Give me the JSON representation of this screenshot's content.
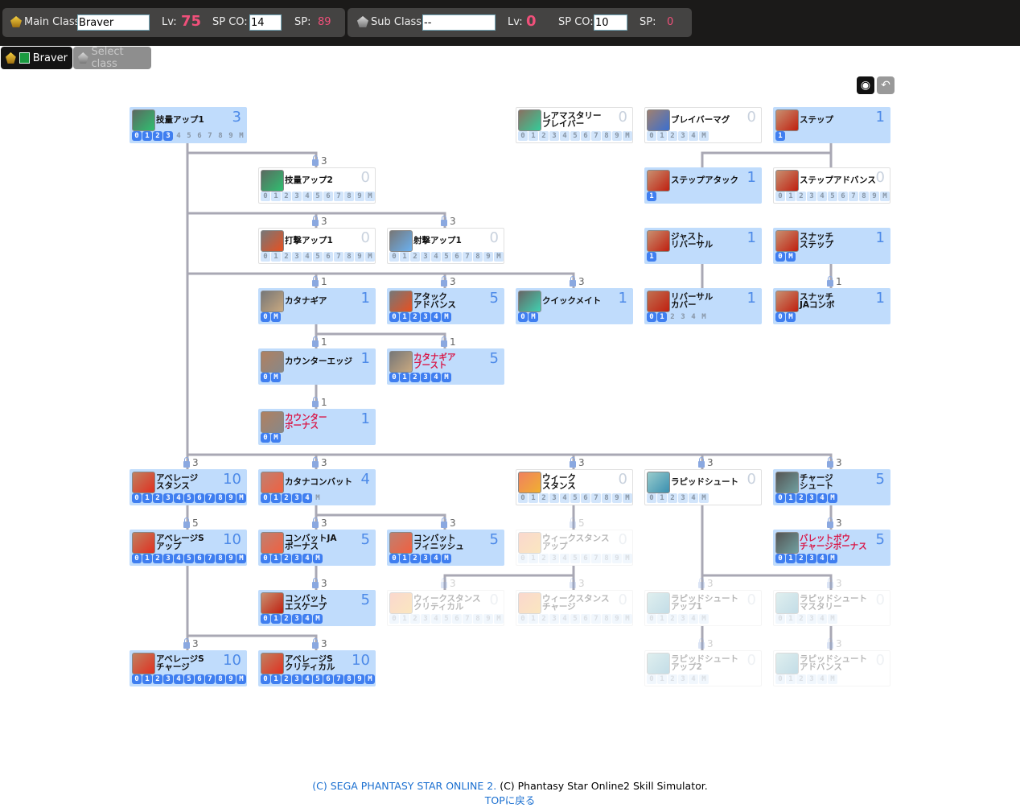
{
  "header": {
    "main": {
      "label": "Main Class",
      "class_value": "Braver",
      "lv_label": "Lv:",
      "lv": "75",
      "spco_label": "SP CO:",
      "spco": "14",
      "sp_label": "SP:",
      "sp": "89"
    },
    "sub": {
      "label": "Sub  Class",
      "class_value": "--",
      "lv_label": "Lv:",
      "lv": "0",
      "spco_label": "SP CO:",
      "spco": "10",
      "sp_label": "SP:",
      "sp": "0"
    }
  },
  "class_tabs": [
    {
      "label": "Braver",
      "active": true
    },
    {
      "label": "Select class",
      "active": false
    }
  ],
  "tools": {
    "screenshot": "camera-icon",
    "back": "undo-icon"
  },
  "skills": [
    {
      "name": "技量アップ1",
      "value": "3",
      "levels": [
        "0",
        "1",
        "2",
        "3",
        "4",
        "5",
        "6",
        "7",
        "8",
        "9",
        "M"
      ],
      "filled": 4,
      "state": "active",
      "icon": "dex-up",
      "req": null
    },
    {
      "name": "レアマスタリー\nブレイバー",
      "value": "0",
      "levels": [
        "0",
        "1",
        "2",
        "3",
        "4",
        "5",
        "6",
        "7",
        "8",
        "9",
        "M"
      ],
      "filled": 0,
      "state": "available",
      "icon": "rare-mastery",
      "req": null
    },
    {
      "name": "ブレイバーマグ",
      "value": "0",
      "levels": [
        "0",
        "1",
        "2",
        "3",
        "4",
        "M"
      ],
      "filled": 0,
      "state": "available",
      "icon": "mag",
      "req": null
    },
    {
      "name": "ステップ",
      "value": "1",
      "levels": [
        "1"
      ],
      "filled": 1,
      "state": "active",
      "icon": "step",
      "req": null
    },
    {
      "name": "技量アップ2",
      "value": "0",
      "levels": [
        "0",
        "1",
        "2",
        "3",
        "4",
        "5",
        "6",
        "7",
        "8",
        "9",
        "M"
      ],
      "filled": 0,
      "state": "available",
      "icon": "dex-up",
      "req": "3"
    },
    {
      "name": "ステップアタック",
      "value": "1",
      "levels": [
        "1"
      ],
      "filled": 1,
      "state": "active",
      "icon": "step",
      "req": null
    },
    {
      "name": "ステップアドバンス",
      "value": "0",
      "levels": [
        "0",
        "1",
        "2",
        "3",
        "4",
        "5",
        "6",
        "7",
        "8",
        "9",
        "M"
      ],
      "filled": 0,
      "state": "available",
      "icon": "step",
      "req": null
    },
    {
      "name": "打撃アップ1",
      "value": "0",
      "levels": [
        "0",
        "1",
        "2",
        "3",
        "4",
        "5",
        "6",
        "7",
        "8",
        "9",
        "M"
      ],
      "filled": 0,
      "state": "available",
      "icon": "striking",
      "req": "3"
    },
    {
      "name": "射撃アップ1",
      "value": "0",
      "levels": [
        "0",
        "1",
        "2",
        "3",
        "4",
        "5",
        "6",
        "7",
        "8",
        "9",
        "M"
      ],
      "filled": 0,
      "state": "available",
      "icon": "ranged",
      "req": "3"
    },
    {
      "name": "ジャスト\nリバーサル",
      "value": "1",
      "levels": [
        "1"
      ],
      "filled": 1,
      "state": "active",
      "icon": "step",
      "req": null
    },
    {
      "name": "スナッチ\nステップ",
      "value": "1",
      "levels": [
        "0",
        "M"
      ],
      "filled": 2,
      "state": "active",
      "icon": "step",
      "req": null
    },
    {
      "name": "カタナギア",
      "value": "1",
      "levels": [
        "0",
        "M"
      ],
      "filled": 2,
      "state": "active",
      "icon": "katana",
      "req": "1"
    },
    {
      "name": "アタック\nアドバンス",
      "value": "5",
      "levels": [
        "0",
        "1",
        "2",
        "3",
        "4",
        "M"
      ],
      "filled": 6,
      "state": "active",
      "icon": "striking",
      "req": "3"
    },
    {
      "name": "クイックメイト",
      "value": "1",
      "levels": [
        "0",
        "M"
      ],
      "filled": 2,
      "state": "active",
      "icon": "quickmate",
      "req": "3"
    },
    {
      "name": "リバーサル\nカバー",
      "value": "1",
      "levels": [
        "0",
        "1",
        "2",
        "3",
        "4",
        "M"
      ],
      "filled": 2,
      "state": "active",
      "icon": "hp",
      "req": null
    },
    {
      "name": "スナッチ\nJAコンボ",
      "value": "1",
      "levels": [
        "0",
        "M"
      ],
      "filled": 2,
      "state": "active",
      "icon": "step",
      "req": "1"
    },
    {
      "name": "カウンターエッジ",
      "value": "1",
      "levels": [
        "0",
        "M"
      ],
      "filled": 2,
      "state": "active",
      "icon": "counter",
      "req": "1"
    },
    {
      "name": "カタナギア\nブースト",
      "value": "5",
      "levels": [
        "0",
        "1",
        "2",
        "3",
        "4",
        "M"
      ],
      "filled": 6,
      "state": "active",
      "icon": "katana",
      "req": "1",
      "red": true
    },
    {
      "name": "カウンター\nボーナス",
      "value": "1",
      "levels": [
        "0",
        "M"
      ],
      "filled": 2,
      "state": "active",
      "icon": "counter",
      "req": "1",
      "red": true
    },
    {
      "name": "アベレージ\nスタンス",
      "value": "10",
      "levels": [
        "0",
        "1",
        "2",
        "3",
        "4",
        "5",
        "6",
        "7",
        "8",
        "9",
        "M"
      ],
      "filled": 11,
      "state": "active",
      "icon": "average",
      "req": "3"
    },
    {
      "name": "カタナコンバット",
      "value": "4",
      "levels": [
        "0",
        "1",
        "2",
        "3",
        "4",
        "M"
      ],
      "filled": 5,
      "state": "active",
      "icon": "combat",
      "req": "3"
    },
    {
      "name": "ウィーク\nスタンス",
      "value": "0",
      "levels": [
        "0",
        "1",
        "2",
        "3",
        "4",
        "5",
        "6",
        "7",
        "8",
        "9",
        "M"
      ],
      "filled": 0,
      "state": "available",
      "icon": "weak",
      "req": "3"
    },
    {
      "name": "ラピッドシュート",
      "value": "0",
      "levels": [
        "0",
        "1",
        "2",
        "3",
        "4",
        "M"
      ],
      "filled": 0,
      "state": "available",
      "icon": "rapid",
      "req": "3"
    },
    {
      "name": "チャージ\nシュート",
      "value": "5",
      "levels": [
        "0",
        "1",
        "2",
        "3",
        "4",
        "M"
      ],
      "filled": 6,
      "state": "active",
      "icon": "charge",
      "req": "3"
    },
    {
      "name": "アベレージS\nアップ",
      "value": "10",
      "levels": [
        "0",
        "1",
        "2",
        "3",
        "4",
        "5",
        "6",
        "7",
        "8",
        "9",
        "M"
      ],
      "filled": 11,
      "state": "active",
      "icon": "average",
      "req": "5"
    },
    {
      "name": "コンバットJA\nボーナス",
      "value": "5",
      "levels": [
        "0",
        "1",
        "2",
        "3",
        "4",
        "M"
      ],
      "filled": 6,
      "state": "active",
      "icon": "combat",
      "req": "3"
    },
    {
      "name": "コンバット\nフィニッシュ",
      "value": "5",
      "levels": [
        "0",
        "1",
        "2",
        "3",
        "4",
        "M"
      ],
      "filled": 6,
      "state": "active",
      "icon": "combat",
      "req": "3"
    },
    {
      "name": "ウィークスタンス\nアップ",
      "value": "0",
      "levels": [
        "0",
        "1",
        "2",
        "3",
        "4",
        "5",
        "6",
        "7",
        "8",
        "9",
        "M"
      ],
      "filled": 0,
      "state": "locked",
      "icon": "weak",
      "req": "5"
    },
    {
      "name": "バレットボウ\nチャージボーナス",
      "value": "5",
      "levels": [
        "0",
        "1",
        "2",
        "3",
        "4",
        "M"
      ],
      "filled": 6,
      "state": "active",
      "icon": "charge",
      "req": "3",
      "red": true
    },
    {
      "name": "コンバット\nエスケープ",
      "value": "5",
      "levels": [
        "0",
        "1",
        "2",
        "3",
        "4",
        "M"
      ],
      "filled": 6,
      "state": "active",
      "icon": "step",
      "req": "3"
    },
    {
      "name": "ウィークスタンス\nクリティカル",
      "value": "0",
      "levels": [
        "0",
        "1",
        "2",
        "3",
        "4",
        "5",
        "6",
        "7",
        "8",
        "9",
        "M"
      ],
      "filled": 0,
      "state": "locked",
      "icon": "weak",
      "req": "3"
    },
    {
      "name": "ウィークスタンス\nチャージ",
      "value": "0",
      "levels": [
        "0",
        "1",
        "2",
        "3",
        "4",
        "5",
        "6",
        "7",
        "8",
        "9",
        "M"
      ],
      "filled": 0,
      "state": "locked",
      "icon": "weak",
      "req": "3"
    },
    {
      "name": "ラピッドシュート\nアップ1",
      "value": "0",
      "levels": [
        "0",
        "1",
        "2",
        "3",
        "4",
        "M"
      ],
      "filled": 0,
      "state": "locked",
      "icon": "rapid",
      "req": "3"
    },
    {
      "name": "ラピッドシュート\nマスタリー",
      "value": "0",
      "levels": [
        "0",
        "1",
        "2",
        "3",
        "4",
        "M"
      ],
      "filled": 0,
      "state": "locked",
      "icon": "rapid",
      "req": "3"
    },
    {
      "name": "アベレージS\nチャージ",
      "value": "10",
      "levels": [
        "0",
        "1",
        "2",
        "3",
        "4",
        "5",
        "6",
        "7",
        "8",
        "9",
        "M"
      ],
      "filled": 11,
      "state": "active",
      "icon": "average",
      "req": "3"
    },
    {
      "name": "アベレージS\nクリティカル",
      "value": "10",
      "levels": [
        "0",
        "1",
        "2",
        "3",
        "4",
        "5",
        "6",
        "7",
        "8",
        "9",
        "M"
      ],
      "filled": 11,
      "state": "active",
      "icon": "average",
      "req": "3"
    },
    {
      "name": "ラピッドシュート\nアップ2",
      "value": "0",
      "levels": [
        "0",
        "1",
        "2",
        "3",
        "4",
        "M"
      ],
      "filled": 0,
      "state": "locked",
      "icon": "rapid",
      "req": "3"
    },
    {
      "name": "ラピッドシュート\nアドバンス",
      "value": "0",
      "levels": [
        "0",
        "1",
        "2",
        "3",
        "4",
        "M"
      ],
      "filled": 0,
      "state": "locked",
      "icon": "rapid",
      "req": "3"
    }
  ],
  "footer": {
    "copyright_sega": "(C)  SEGA   PHANTASY STAR ONLINE 2.",
    "copyright_sim": "(C)  Phantasy Star Online2 Skill Simulator.",
    "top_link": "TOPに戻る"
  }
}
